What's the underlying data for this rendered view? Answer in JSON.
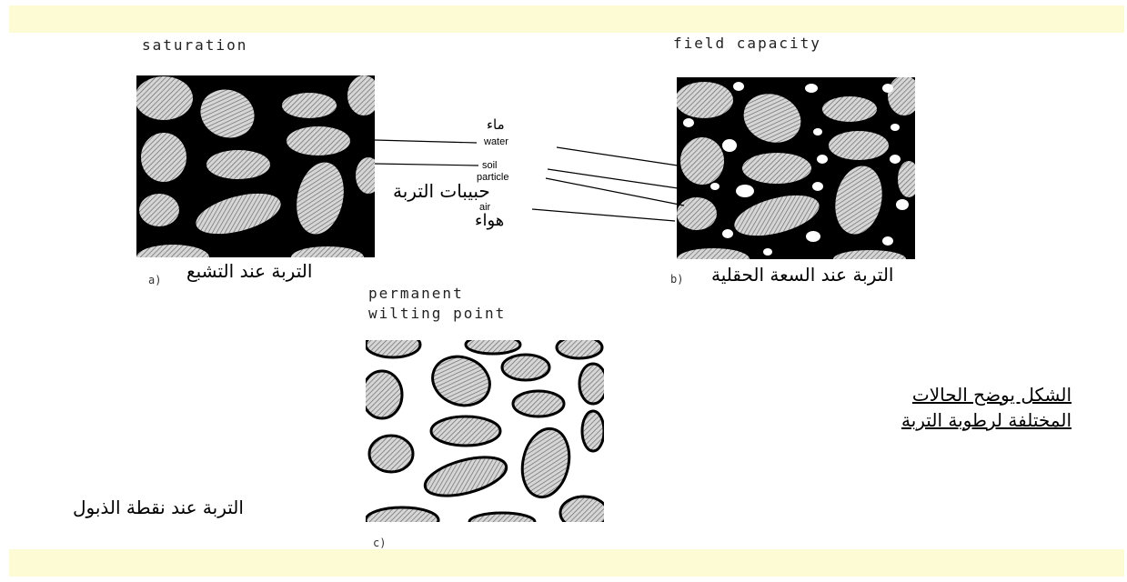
{
  "panels": {
    "saturation": {
      "title": "saturation",
      "tag": "a)",
      "arabic": "التربة عند التشبع"
    },
    "field_capacity": {
      "title": "field capacity",
      "tag": "b)",
      "arabic": "التربة عند السعة الحقلية"
    },
    "wilting": {
      "title_line1": "permanent",
      "title_line2": "wilting point",
      "tag": "c)",
      "arabic": "التربة عند نقطة الذبول"
    }
  },
  "labels": {
    "water_ar": "ماء",
    "water_en": "water",
    "soil_en_1": "soil",
    "soil_en_2": "particle",
    "soil_ar": "حبيبات التربة",
    "air_en": "air",
    "air_ar": "هواء"
  },
  "caption": {
    "line1": "الشكل يوضح الحالات",
    "line2": "المختلفة لرطوبة التربة"
  },
  "colors": {
    "band": "#fdfbd4",
    "water": "#000000",
    "particle": "#bdbdbd"
  }
}
